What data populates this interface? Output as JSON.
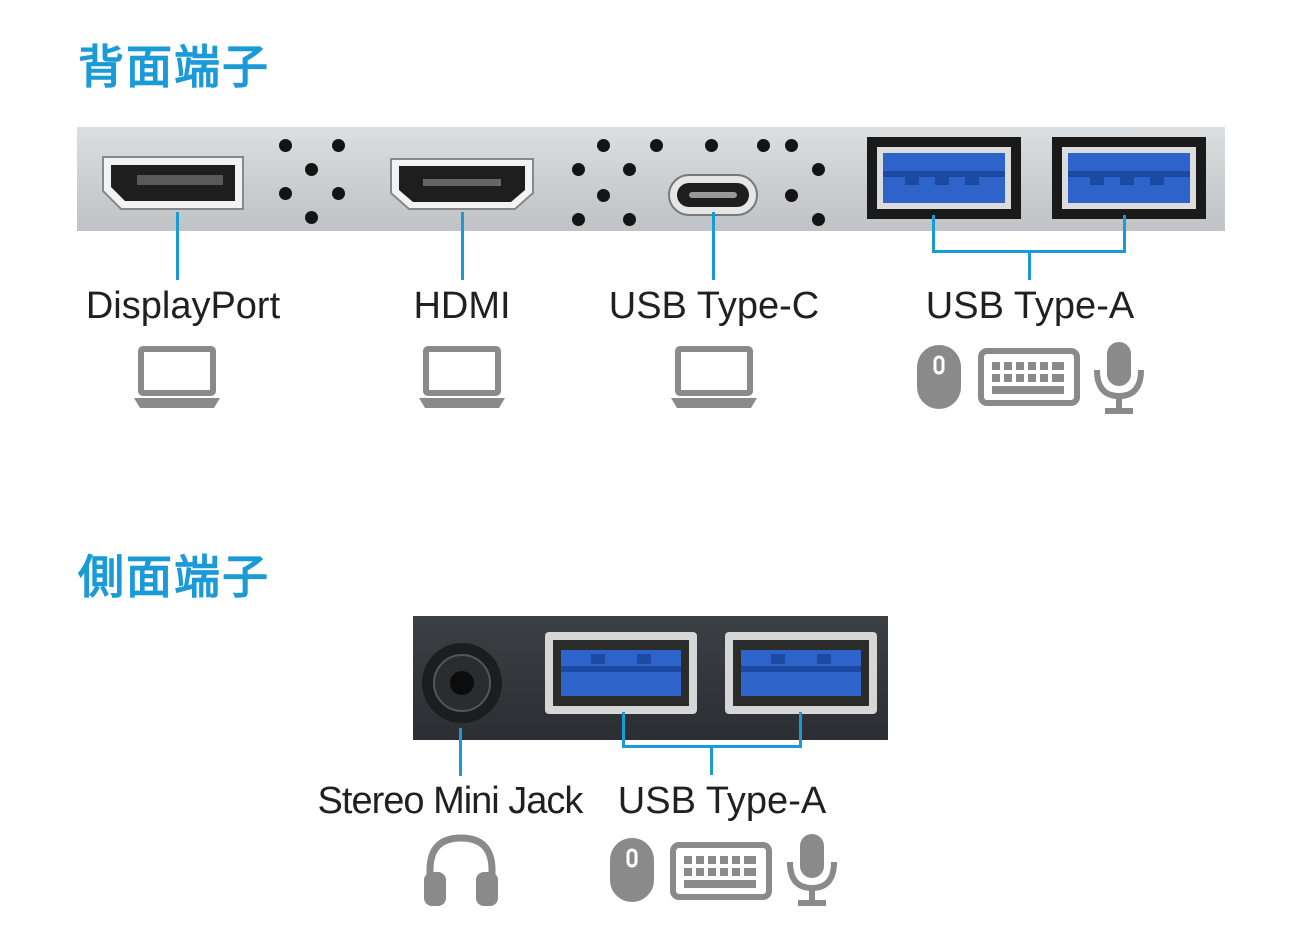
{
  "rear": {
    "title": "背面端子",
    "ports": [
      {
        "label": "DisplayPort",
        "devices": [
          "laptop-icon"
        ]
      },
      {
        "label": "HDMI",
        "devices": [
          "laptop-icon"
        ]
      },
      {
        "label": "USB Type-C",
        "devices": [
          "laptop-icon"
        ]
      },
      {
        "label": "USB Type-A",
        "devices": [
          "mouse-icon",
          "keyboard-icon",
          "microphone-icon"
        ]
      }
    ]
  },
  "side": {
    "title": "側面端子",
    "ports": [
      {
        "label": "Stereo Mini Jack",
        "devices": [
          "headphones-icon"
        ]
      },
      {
        "label": "USB Type-A",
        "devices": [
          "mouse-icon",
          "keyboard-icon",
          "microphone-icon"
        ]
      }
    ]
  },
  "colors": {
    "accent": "#1a9ad6",
    "icon_gray": "#8a8a8a",
    "text": "#231f20",
    "usb_blue": "#2e63c9"
  }
}
